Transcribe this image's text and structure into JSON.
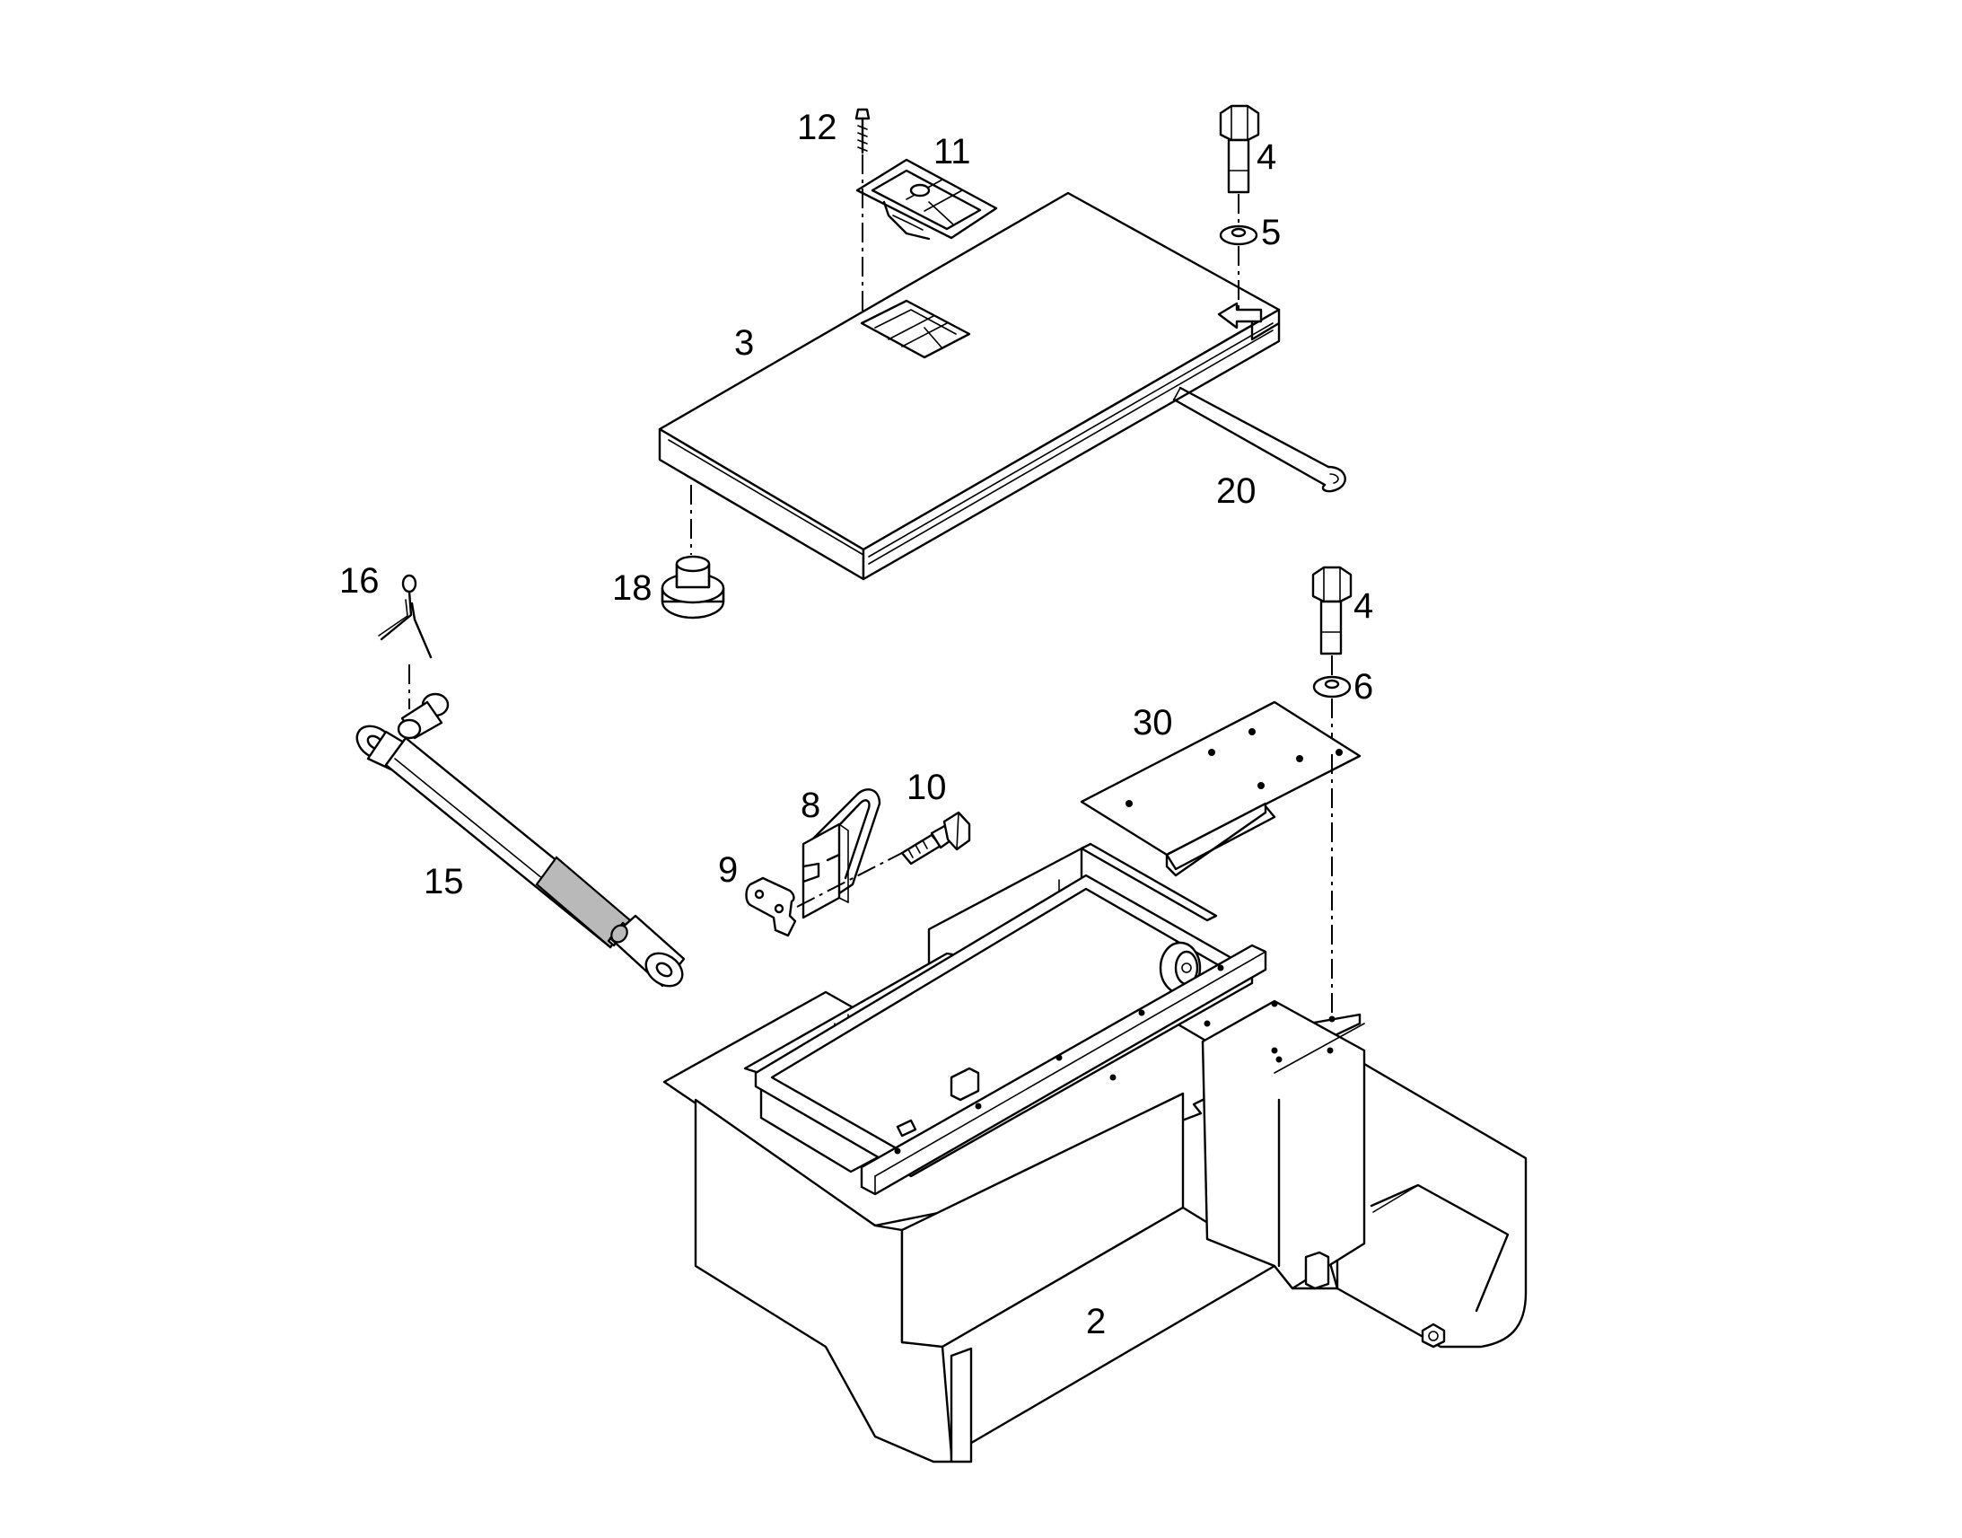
{
  "labels": {
    "l2": "2",
    "l3": "3",
    "l4a": "4",
    "l4b": "4",
    "l5": "5",
    "l6": "6",
    "l8": "8",
    "l9": "9",
    "l10": "10",
    "l11": "11",
    "l12": "12",
    "l15": "15",
    "l16": "16",
    "l18": "18",
    "l20": "20",
    "l30": "30"
  }
}
